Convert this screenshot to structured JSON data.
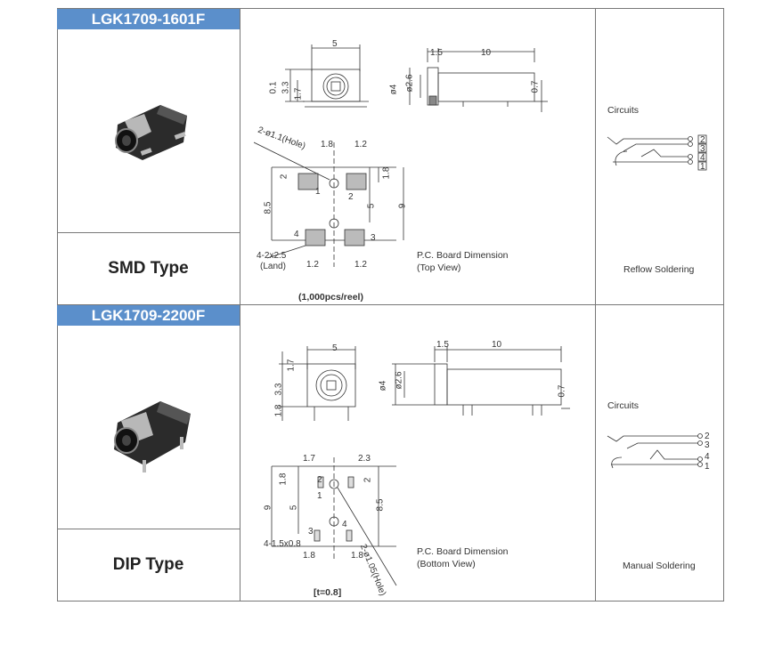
{
  "products": [
    {
      "part_number": "LGK1709-1601F",
      "type_label": "SMD Type",
      "packing": "(1,000pcs/reel)",
      "pcb_caption_1": "P.C. Board Dimension",
      "pcb_caption_2": "(Top View)",
      "circuits_label": "Circuits",
      "soldering": "Reflow Soldering",
      "dims": {
        "width": "5",
        "length": "10",
        "offset": "1.5",
        "d1": "0.1",
        "d2": "3.3",
        "d3": "1.7",
        "dia4": "ø4",
        "dia26": "ø2.6",
        "d07": "0.7",
        "hole": "2-ø1.1(Hole)",
        "h18a": "1.8",
        "h12a": "1.2",
        "h2": "2",
        "h18b": "1.8",
        "h85": "8.5",
        "h5": "5",
        "h9": "9",
        "land": "4-2x2.5",
        "land2": "(Land)",
        "b12a": "1.2",
        "b12b": "1.2"
      },
      "pins": [
        "1",
        "2",
        "3",
        "4"
      ]
    },
    {
      "part_number": "LGK1709-2200F",
      "type_label": "DIP Type",
      "packing": "[t=0.8]",
      "pcb_caption_1": "P.C. Board Dimension",
      "pcb_caption_2": "(Bottom View)",
      "circuits_label": "Circuits",
      "soldering": "Manual Soldering",
      "dims": {
        "width": "5",
        "length": "10",
        "offset": "1.5",
        "d17": "1.7",
        "d33": "3.3",
        "d18": "1.8",
        "dia4": "ø4",
        "dia26": "ø2.6",
        "d07": "0.7",
        "t17": "1.7",
        "t23": "2.3",
        "l18": "1.8",
        "l2": "2",
        "l9": "9",
        "l5": "5",
        "l85": "8.5",
        "slot": "4-1.5x0.8",
        "b18a": "1.8",
        "b18b": "1.8",
        "hole": "2-ø1.05(Hole)"
      },
      "pins": [
        "1",
        "2",
        "3",
        "4"
      ]
    }
  ],
  "circuit_pins": [
    "2",
    "3",
    "4",
    "1"
  ]
}
